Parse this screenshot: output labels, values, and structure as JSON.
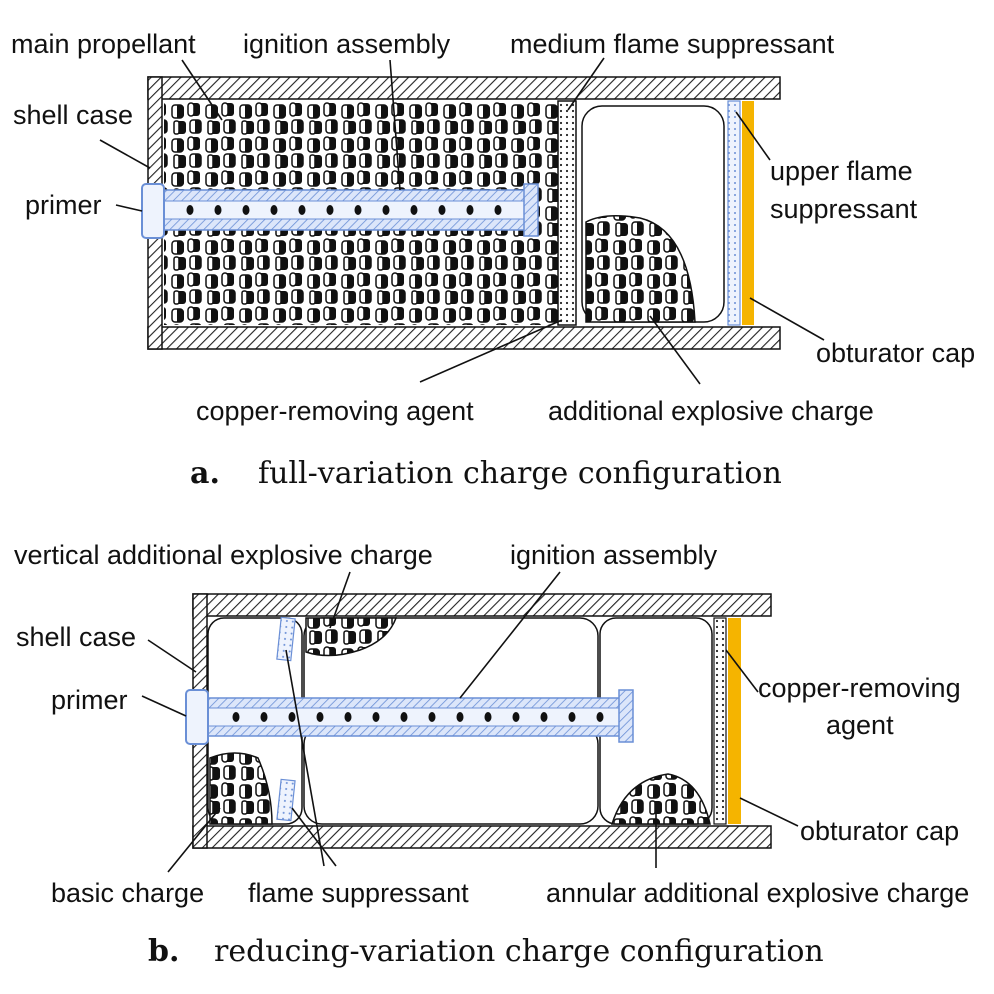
{
  "panel_a": {
    "caption_letter": "a.",
    "caption_text": "full-variation charge configuration",
    "labels": {
      "main_propellant": "main propellant",
      "ignition_assembly": "ignition assembly",
      "medium_flame_suppressant": "medium flame suppressant",
      "shell_case": "shell case",
      "primer": "primer",
      "upper_flame_suppressant_1": "upper flame",
      "upper_flame_suppressant_2": "suppressant",
      "obturator_cap": "obturator cap",
      "copper_removing_agent": "copper-removing agent",
      "additional_explosive_charge": "additional explosive charge"
    }
  },
  "panel_b": {
    "caption_letter": "b.",
    "caption_text": "reducing-variation charge configuration",
    "labels": {
      "vertical_additional_explosive_charge": "vertical additional explosive charge",
      "ignition_assembly": "ignition assembly",
      "shell_case": "shell case",
      "primer": "primer",
      "copper_removing_agent_1": "copper-removing",
      "copper_removing_agent_2": "agent",
      "obturator_cap": "obturator cap",
      "basic_charge": "basic charge",
      "flame_suppressant": "flame suppressant",
      "annular_additional_explosive_charge": "annular additional explosive charge"
    }
  },
  "colors": {
    "obturator_cap": "#f5b400",
    "ignition_tube": "#6a8fd6",
    "grain": "#111111"
  }
}
